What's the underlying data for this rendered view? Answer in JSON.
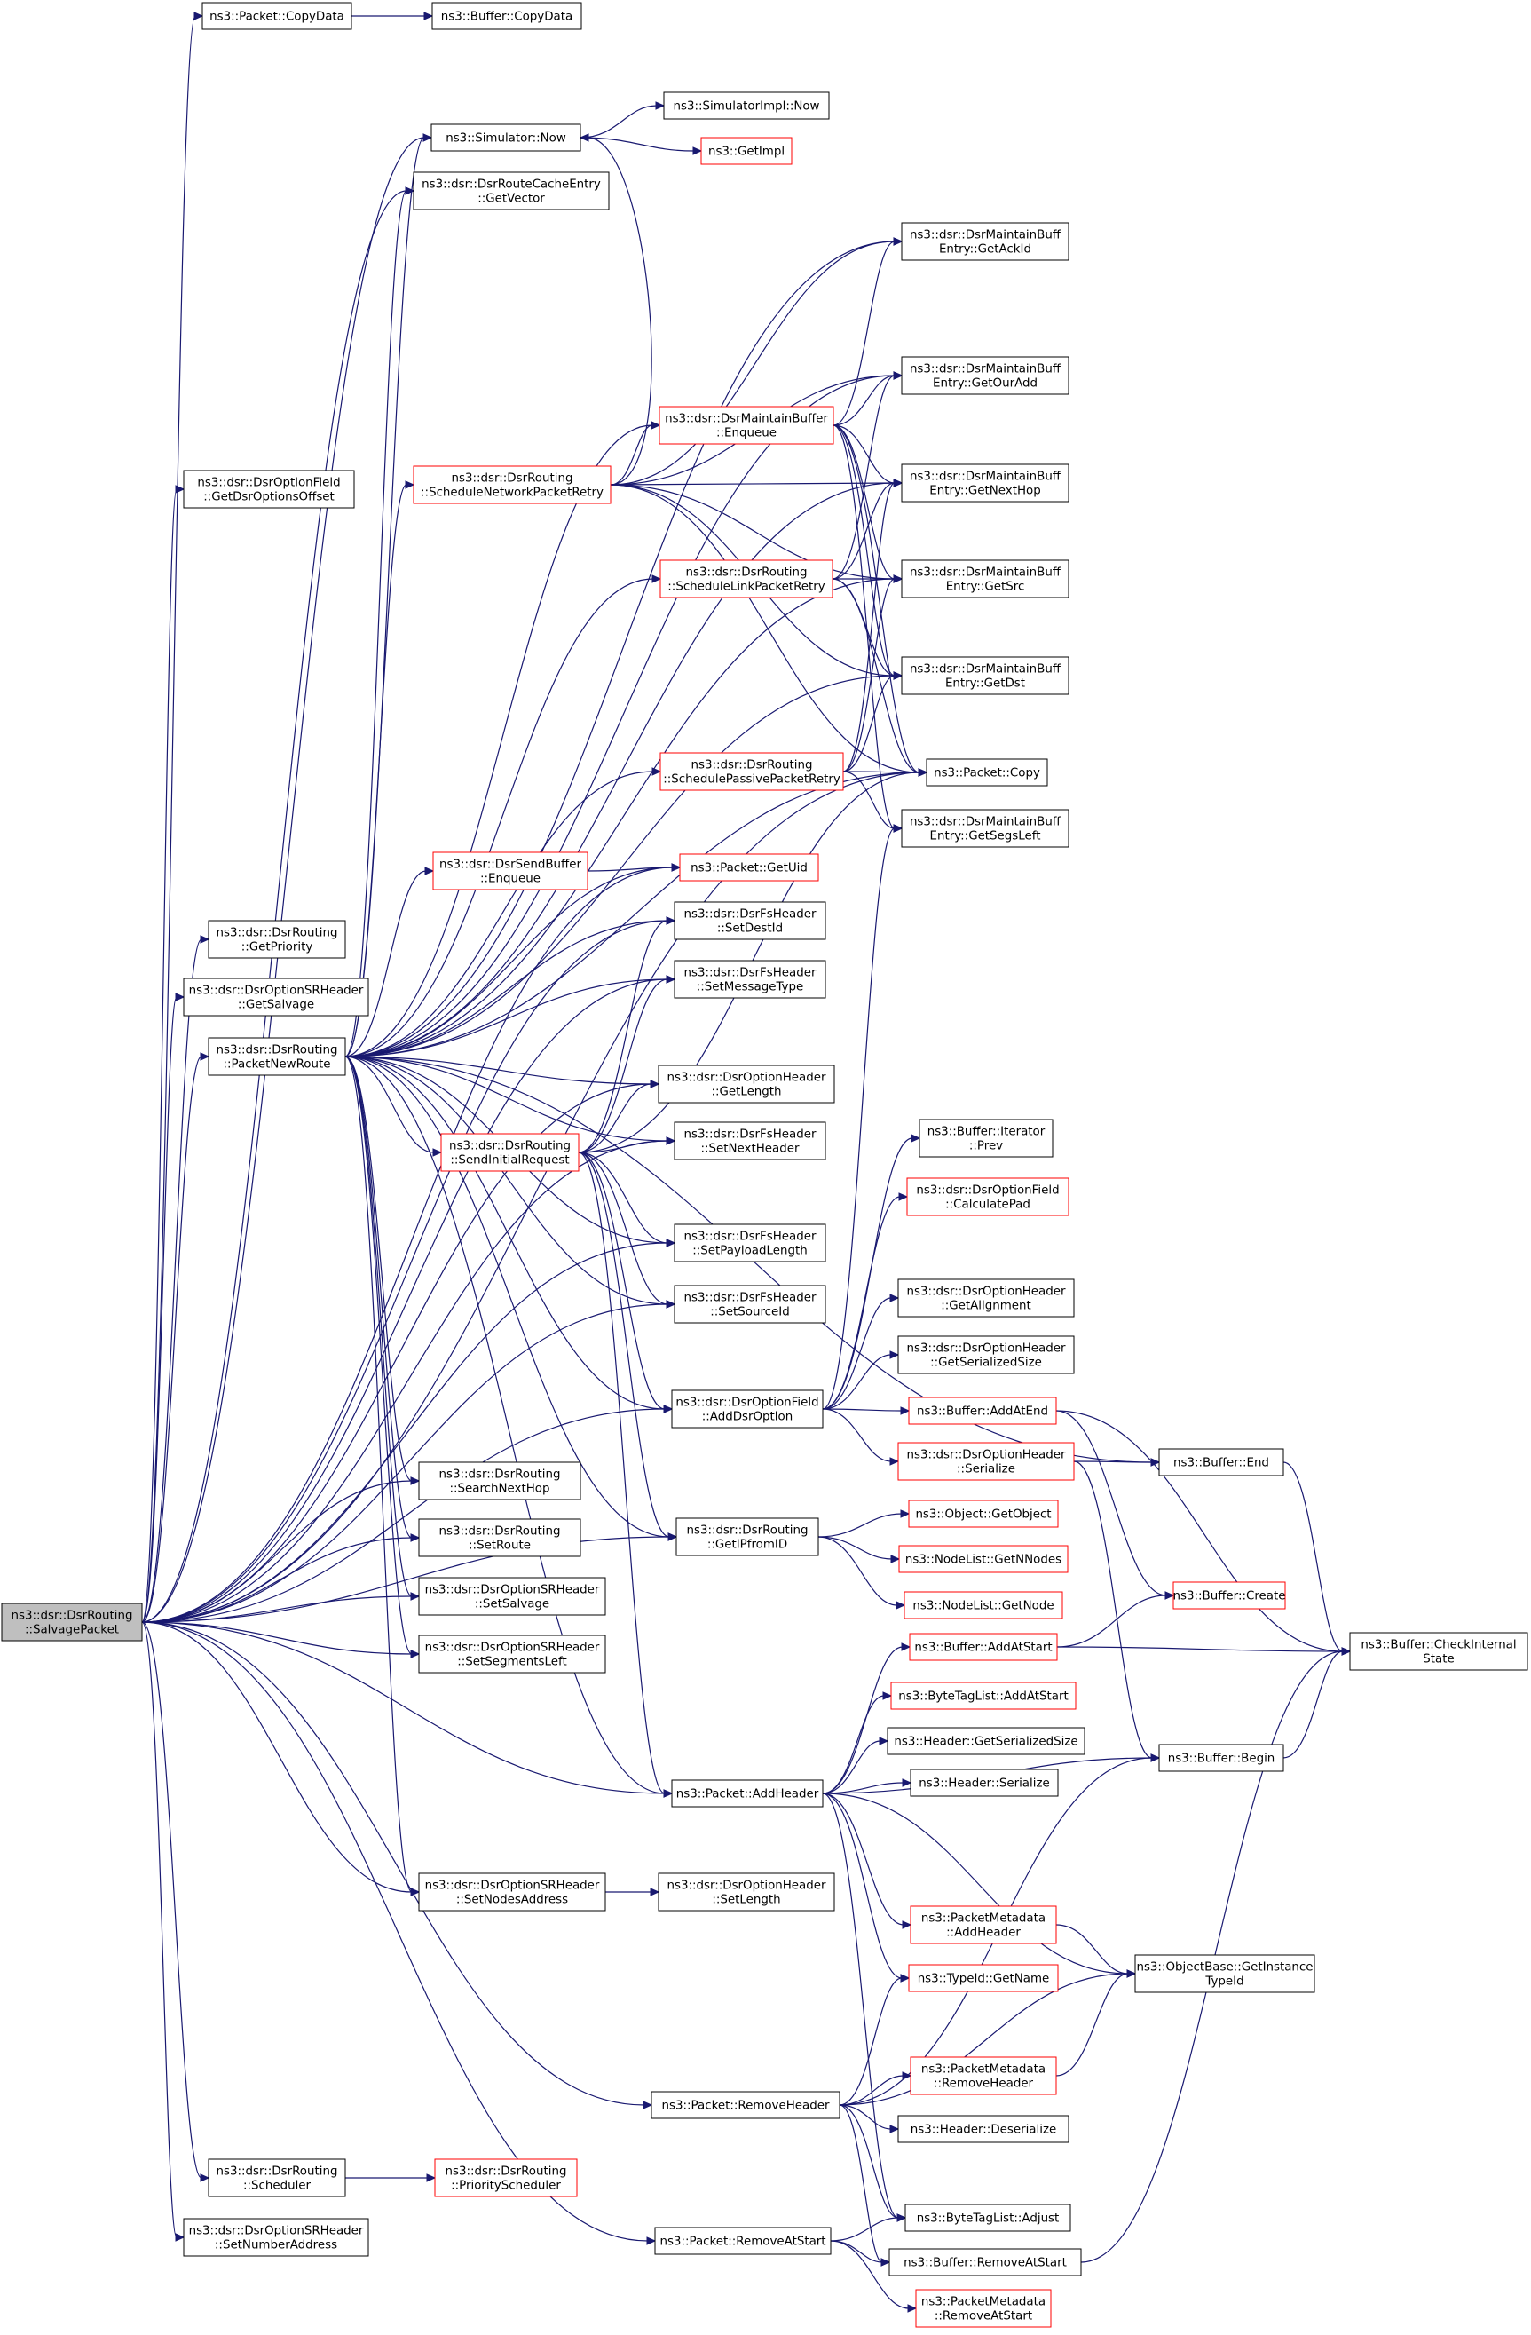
{
  "diagram": {
    "title": "",
    "nodes": [
      {
        "id": "salvage",
        "lines": [
          "ns3::dsr::DsrRouting",
          "::SalvagePacket"
        ],
        "style": "root"
      },
      {
        "id": "pkt_copydata",
        "lines": [
          "ns3::Packet::CopyData"
        ],
        "style": "black"
      },
      {
        "id": "buf_copydata",
        "lines": [
          "ns3::Buffer::CopyData"
        ],
        "style": "black"
      },
      {
        "id": "sim_now",
        "lines": [
          "ns3::Simulator::Now"
        ],
        "style": "black"
      },
      {
        "id": "simimpl_now",
        "lines": [
          "ns3::SimulatorImpl::Now"
        ],
        "style": "black"
      },
      {
        "id": "getimpl",
        "lines": [
          "ns3::GetImpl"
        ],
        "style": "red"
      },
      {
        "id": "rce_getvector",
        "lines": [
          "ns3::dsr::DsrRouteCacheEntry",
          "::GetVector"
        ],
        "style": "black"
      },
      {
        "id": "mbe_getackid",
        "lines": [
          "ns3::dsr::DsrMaintainBuff",
          "Entry::GetAckId"
        ],
        "style": "black"
      },
      {
        "id": "mbe_getouradd",
        "lines": [
          "ns3::dsr::DsrMaintainBuff",
          "Entry::GetOurAdd"
        ],
        "style": "black"
      },
      {
        "id": "mb_enqueue",
        "lines": [
          "ns3::dsr::DsrMaintainBuffer",
          "::Enqueue"
        ],
        "style": "red"
      },
      {
        "id": "of_getoffset",
        "lines": [
          "ns3::dsr::DsrOptionField",
          "::GetDsrOptionsOffset"
        ],
        "style": "black"
      },
      {
        "id": "schednetretry",
        "lines": [
          "ns3::dsr::DsrRouting",
          "::ScheduleNetworkPacketRetry"
        ],
        "style": "red"
      },
      {
        "id": "mbe_getnexthop",
        "lines": [
          "ns3::dsr::DsrMaintainBuff",
          "Entry::GetNextHop"
        ],
        "style": "black"
      },
      {
        "id": "schedlinkretry",
        "lines": [
          "ns3::dsr::DsrRouting",
          "::ScheduleLinkPacketRetry"
        ],
        "style": "red"
      },
      {
        "id": "mbe_getsrc",
        "lines": [
          "ns3::dsr::DsrMaintainBuff",
          "Entry::GetSrc"
        ],
        "style": "black"
      },
      {
        "id": "mbe_getdst",
        "lines": [
          "ns3::dsr::DsrMaintainBuff",
          "Entry::GetDst"
        ],
        "style": "black"
      },
      {
        "id": "schedpassretry",
        "lines": [
          "ns3::dsr::DsrRouting",
          "::SchedulePassivePacketRetry"
        ],
        "style": "red"
      },
      {
        "id": "pkt_copy",
        "lines": [
          "ns3::Packet::Copy"
        ],
        "style": "black"
      },
      {
        "id": "mbe_getsegsleft",
        "lines": [
          "ns3::dsr::DsrMaintainBuff",
          "Entry::GetSegsLeft"
        ],
        "style": "black"
      },
      {
        "id": "sb_enqueue",
        "lines": [
          "ns3::dsr::DsrSendBuffer",
          "::Enqueue"
        ],
        "style": "red"
      },
      {
        "id": "pkt_getuid",
        "lines": [
          "ns3::Packet::GetUid"
        ],
        "style": "red"
      },
      {
        "id": "fs_setdestid",
        "lines": [
          "ns3::dsr::DsrFsHeader",
          "::SetDestId"
        ],
        "style": "black"
      },
      {
        "id": "dr_getpriority",
        "lines": [
          "ns3::dsr::DsrRouting",
          "::GetPriority"
        ],
        "style": "black"
      },
      {
        "id": "fs_setmsgtype",
        "lines": [
          "ns3::dsr::DsrFsHeader",
          "::SetMessageType"
        ],
        "style": "black"
      },
      {
        "id": "sr_getsalvage",
        "lines": [
          "ns3::dsr::DsrOptionSRHeader",
          "::GetSalvage"
        ],
        "style": "black"
      },
      {
        "id": "packetnewroute",
        "lines": [
          "ns3::dsr::DsrRouting",
          "::PacketNewRoute"
        ],
        "style": "black"
      },
      {
        "id": "oh_getlength",
        "lines": [
          "ns3::dsr::DsrOptionHeader",
          "::GetLength"
        ],
        "style": "black"
      },
      {
        "id": "sendinitreq",
        "lines": [
          "ns3::dsr::DsrRouting",
          "::SendInitialRequest"
        ],
        "style": "red"
      },
      {
        "id": "fs_setnexthdr",
        "lines": [
          "ns3::dsr::DsrFsHeader",
          "::SetNextHeader"
        ],
        "style": "black"
      },
      {
        "id": "buf_prev",
        "lines": [
          "ns3::Buffer::Iterator",
          "::Prev"
        ],
        "style": "black"
      },
      {
        "id": "of_calcpad",
        "lines": [
          "ns3::dsr::DsrOptionField",
          "::CalculatePad"
        ],
        "style": "red"
      },
      {
        "id": "fs_setpaylen",
        "lines": [
          "ns3::dsr::DsrFsHeader",
          "::SetPayloadLength"
        ],
        "style": "black"
      },
      {
        "id": "oh_getalign",
        "lines": [
          "ns3::dsr::DsrOptionHeader",
          "::GetAlignment"
        ],
        "style": "black"
      },
      {
        "id": "fs_setsrcid",
        "lines": [
          "ns3::dsr::DsrFsHeader",
          "::SetSourceId"
        ],
        "style": "black"
      },
      {
        "id": "oh_getsersize",
        "lines": [
          "ns3::dsr::DsrOptionHeader",
          "::GetSerializedSize"
        ],
        "style": "black"
      },
      {
        "id": "of_adddsroption",
        "lines": [
          "ns3::dsr::DsrOptionField",
          "::AddDsrOption"
        ],
        "style": "black"
      },
      {
        "id": "buf_addatend",
        "lines": [
          "ns3::Buffer::AddAtEnd"
        ],
        "style": "red"
      },
      {
        "id": "oh_serialize",
        "lines": [
          "ns3::dsr::DsrOptionHeader",
          "::Serialize"
        ],
        "style": "red"
      },
      {
        "id": "buf_end",
        "lines": [
          "ns3::Buffer::End"
        ],
        "style": "black"
      },
      {
        "id": "dr_searchnexthop",
        "lines": [
          "ns3::dsr::DsrRouting",
          "::SearchNextHop"
        ],
        "style": "black"
      },
      {
        "id": "obj_getobject",
        "lines": [
          "ns3::Object::GetObject"
        ],
        "style": "red"
      },
      {
        "id": "dr_getipfromid",
        "lines": [
          "ns3::dsr::DsrRouting",
          "::GetIPfromID"
        ],
        "style": "black"
      },
      {
        "id": "dr_setroute",
        "lines": [
          "ns3::dsr::DsrRouting",
          "::SetRoute"
        ],
        "style": "black"
      },
      {
        "id": "nl_getnnodes",
        "lines": [
          "ns3::NodeList::GetNNodes"
        ],
        "style": "red"
      },
      {
        "id": "sr_setsalvage",
        "lines": [
          "ns3::dsr::DsrOptionSRHeader",
          "::SetSalvage"
        ],
        "style": "black"
      },
      {
        "id": "buf_create",
        "lines": [
          "ns3::Buffer::Create"
        ],
        "style": "red"
      },
      {
        "id": "nl_getnode",
        "lines": [
          "ns3::NodeList::GetNode"
        ],
        "style": "red"
      },
      {
        "id": "sr_setsegleft",
        "lines": [
          "ns3::dsr::DsrOptionSRHeader",
          "::SetSegmentsLeft"
        ],
        "style": "black"
      },
      {
        "id": "buf_addatstart",
        "lines": [
          "ns3::Buffer::AddAtStart"
        ],
        "style": "red"
      },
      {
        "id": "buf_checkint",
        "lines": [
          "ns3::Buffer::CheckInternal",
          "State"
        ],
        "style": "black"
      },
      {
        "id": "btl_addatstart",
        "lines": [
          "ns3::ByteTagList::AddAtStart"
        ],
        "style": "red"
      },
      {
        "id": "hdr_getsersize",
        "lines": [
          "ns3::Header::GetSerializedSize"
        ],
        "style": "black"
      },
      {
        "id": "buf_begin",
        "lines": [
          "ns3::Buffer::Begin"
        ],
        "style": "black"
      },
      {
        "id": "pkt_addheader",
        "lines": [
          "ns3::Packet::AddHeader"
        ],
        "style": "black"
      },
      {
        "id": "hdr_serialize",
        "lines": [
          "ns3::Header::Serialize"
        ],
        "style": "black"
      },
      {
        "id": "sr_setnodesaddr",
        "lines": [
          "ns3::dsr::DsrOptionSRHeader",
          "::SetNodesAddress"
        ],
        "style": "black"
      },
      {
        "id": "oh_setlength",
        "lines": [
          "ns3::dsr::DsrOptionHeader",
          "::SetLength"
        ],
        "style": "black"
      },
      {
        "id": "pm_addheader",
        "lines": [
          "ns3::PacketMetadata",
          "::AddHeader"
        ],
        "style": "red"
      },
      {
        "id": "ob_getinsttype",
        "lines": [
          "ns3::ObjectBase::GetInstance",
          "TypeId"
        ],
        "style": "black"
      },
      {
        "id": "typeid_getname",
        "lines": [
          "ns3::TypeId::GetName"
        ],
        "style": "red"
      },
      {
        "id": "pm_removeheader",
        "lines": [
          "ns3::PacketMetadata",
          "::RemoveHeader"
        ],
        "style": "red"
      },
      {
        "id": "pkt_removeheader",
        "lines": [
          "ns3::Packet::RemoveHeader"
        ],
        "style": "black"
      },
      {
        "id": "hdr_deserialize",
        "lines": [
          "ns3::Header::Deserialize"
        ],
        "style": "black"
      },
      {
        "id": "dr_scheduler",
        "lines": [
          "ns3::dsr::DsrRouting",
          "::Scheduler"
        ],
        "style": "black"
      },
      {
        "id": "dr_priosched",
        "lines": [
          "ns3::dsr::DsrRouting",
          "::PriorityScheduler"
        ],
        "style": "red"
      },
      {
        "id": "btl_adjust",
        "lines": [
          "ns3::ByteTagList::Adjust"
        ],
        "style": "black"
      },
      {
        "id": "sr_setnumaddr",
        "lines": [
          "ns3::dsr::DsrOptionSRHeader",
          "::SetNumberAddress"
        ],
        "style": "black"
      },
      {
        "id": "pkt_removeatstart",
        "lines": [
          "ns3::Packet::RemoveAtStart"
        ],
        "style": "black"
      },
      {
        "id": "buf_removeatstart",
        "lines": [
          "ns3::Buffer::RemoveAtStart"
        ],
        "style": "black"
      },
      {
        "id": "pm_removeatstart",
        "lines": [
          "ns3::PacketMetadata",
          "::RemoveAtStart"
        ],
        "style": "red"
      }
    ],
    "edges": [
      [
        "salvage",
        "pkt_copydata"
      ],
      [
        "pkt_copydata",
        "buf_copydata"
      ],
      [
        "salvage",
        "sim_now"
      ],
      [
        "sim_now",
        "simimpl_now"
      ],
      [
        "sim_now",
        "getimpl"
      ],
      [
        "salvage",
        "rce_getvector"
      ],
      [
        "salvage",
        "of_getoffset"
      ],
      [
        "salvage",
        "packetnewroute"
      ],
      [
        "salvage",
        "dr_getpriority"
      ],
      [
        "salvage",
        "sr_getsalvage"
      ],
      [
        "salvage",
        "pkt_copy"
      ],
      [
        "salvage",
        "pkt_getuid"
      ],
      [
        "salvage",
        "fs_setdestid"
      ],
      [
        "salvage",
        "fs_setmsgtype"
      ],
      [
        "salvage",
        "oh_getlength"
      ],
      [
        "salvage",
        "fs_setnexthdr"
      ],
      [
        "salvage",
        "fs_setpaylen"
      ],
      [
        "salvage",
        "fs_setsrcid"
      ],
      [
        "salvage",
        "of_adddsroption"
      ],
      [
        "salvage",
        "dr_getipfromid"
      ],
      [
        "salvage",
        "dr_searchnexthop"
      ],
      [
        "salvage",
        "dr_setroute"
      ],
      [
        "salvage",
        "sr_setsalvage"
      ],
      [
        "salvage",
        "sr_setsegleft"
      ],
      [
        "salvage",
        "sr_setnodesaddr"
      ],
      [
        "salvage",
        "pkt_addheader"
      ],
      [
        "salvage",
        "pkt_removeheader"
      ],
      [
        "salvage",
        "dr_scheduler"
      ],
      [
        "salvage",
        "sr_setnumaddr"
      ],
      [
        "salvage",
        "pkt_removeatstart"
      ],
      [
        "packetnewroute",
        "sim_now"
      ],
      [
        "packetnewroute",
        "rce_getvector"
      ],
      [
        "packetnewroute",
        "mbe_getackid"
      ],
      [
        "packetnewroute",
        "mbe_getouradd"
      ],
      [
        "packetnewroute",
        "mb_enqueue"
      ],
      [
        "packetnewroute",
        "schednetretry"
      ],
      [
        "packetnewroute",
        "mbe_getnexthop"
      ],
      [
        "packetnewroute",
        "schedlinkretry"
      ],
      [
        "packetnewroute",
        "mbe_getsrc"
      ],
      [
        "packetnewroute",
        "mbe_getdst"
      ],
      [
        "packetnewroute",
        "schedpassretry"
      ],
      [
        "packetnewroute",
        "pkt_copy"
      ],
      [
        "packetnewroute",
        "sb_enqueue"
      ],
      [
        "packetnewroute",
        "pkt_getuid"
      ],
      [
        "packetnewroute",
        "fs_setdestid"
      ],
      [
        "packetnewroute",
        "fs_setmsgtype"
      ],
      [
        "packetnewroute",
        "oh_getlength"
      ],
      [
        "packetnewroute",
        "sendinitreq"
      ],
      [
        "packetnewroute",
        "fs_setnexthdr"
      ],
      [
        "packetnewroute",
        "fs_setpaylen"
      ],
      [
        "packetnewroute",
        "fs_setsrcid"
      ],
      [
        "packetnewroute",
        "of_adddsroption"
      ],
      [
        "packetnewroute",
        "dr_searchnexthop"
      ],
      [
        "packetnewroute",
        "dr_setroute"
      ],
      [
        "packetnewroute",
        "sr_setsalvage"
      ],
      [
        "packetnewroute",
        "sr_setsegleft"
      ],
      [
        "packetnewroute",
        "sr_setnodesaddr"
      ],
      [
        "packetnewroute",
        "pkt_addheader"
      ],
      [
        "packetnewroute",
        "dr_getipfromid"
      ],
      [
        "packetnewroute",
        "buf_end"
      ],
      [
        "schednetretry",
        "mb_enqueue"
      ],
      [
        "schednetretry",
        "mbe_getackid"
      ],
      [
        "schednetretry",
        "mbe_getouradd"
      ],
      [
        "schednetretry",
        "mbe_getnexthop"
      ],
      [
        "schednetretry",
        "mbe_getsrc"
      ],
      [
        "schednetretry",
        "mbe_getdst"
      ],
      [
        "schednetretry",
        "pkt_copy"
      ],
      [
        "schednetretry",
        "sim_now"
      ],
      [
        "mb_enqueue",
        "mbe_getackid"
      ],
      [
        "mb_enqueue",
        "mbe_getouradd"
      ],
      [
        "mb_enqueue",
        "mbe_getnexthop"
      ],
      [
        "mb_enqueue",
        "mbe_getsrc"
      ],
      [
        "mb_enqueue",
        "mbe_getdst"
      ],
      [
        "mb_enqueue",
        "pkt_copy"
      ],
      [
        "mb_enqueue",
        "mbe_getsegsleft"
      ],
      [
        "schedlinkretry",
        "mbe_getnexthop"
      ],
      [
        "schedlinkretry",
        "mbe_getsrc"
      ],
      [
        "schedlinkretry",
        "mbe_getdst"
      ],
      [
        "schedlinkretry",
        "pkt_copy"
      ],
      [
        "schedlinkretry",
        "mbe_getouradd"
      ],
      [
        "schedpassretry",
        "mbe_getsrc"
      ],
      [
        "schedpassretry",
        "mbe_getdst"
      ],
      [
        "schedpassretry",
        "pkt_copy"
      ],
      [
        "schedpassretry",
        "mbe_getsegsleft"
      ],
      [
        "schedpassretry",
        "mbe_getnexthop"
      ],
      [
        "sb_enqueue",
        "pkt_getuid"
      ],
      [
        "sendinitreq",
        "fs_setdestid"
      ],
      [
        "sendinitreq",
        "fs_setmsgtype"
      ],
      [
        "sendinitreq",
        "oh_getlength"
      ],
      [
        "sendinitreq",
        "fs_setnexthdr"
      ],
      [
        "sendinitreq",
        "fs_setpaylen"
      ],
      [
        "sendinitreq",
        "fs_setsrcid"
      ],
      [
        "sendinitreq",
        "of_adddsroption"
      ],
      [
        "sendinitreq",
        "pkt_addheader"
      ],
      [
        "sendinitreq",
        "dr_getipfromid"
      ],
      [
        "sendinitreq",
        "pkt_copy"
      ],
      [
        "of_adddsroption",
        "buf_prev"
      ],
      [
        "of_adddsroption",
        "of_calcpad"
      ],
      [
        "of_adddsroption",
        "oh_getalign"
      ],
      [
        "of_adddsroption",
        "oh_getsersize"
      ],
      [
        "of_adddsroption",
        "buf_addatend"
      ],
      [
        "of_adddsroption",
        "oh_serialize"
      ],
      [
        "of_adddsroption",
        "mbe_getsegsleft"
      ],
      [
        "buf_addatend",
        "buf_create"
      ],
      [
        "buf_addatend",
        "buf_checkint"
      ],
      [
        "oh_serialize",
        "buf_end"
      ],
      [
        "oh_serialize",
        "buf_begin"
      ],
      [
        "buf_end",
        "buf_checkint"
      ],
      [
        "dr_getipfromid",
        "obj_getobject"
      ],
      [
        "dr_getipfromid",
        "nl_getnnodes"
      ],
      [
        "dr_getipfromid",
        "nl_getnode"
      ],
      [
        "buf_addatstart",
        "buf_create"
      ],
      [
        "buf_addatstart",
        "buf_checkint"
      ],
      [
        "buf_begin",
        "buf_checkint"
      ],
      [
        "pkt_addheader",
        "buf_addatstart"
      ],
      [
        "pkt_addheader",
        "btl_addatstart"
      ],
      [
        "pkt_addheader",
        "hdr_getsersize"
      ],
      [
        "pkt_addheader",
        "hdr_serialize"
      ],
      [
        "pkt_addheader",
        "buf_begin"
      ],
      [
        "pkt_addheader",
        "pm_addheader"
      ],
      [
        "pkt_addheader",
        "ob_getinsttype"
      ],
      [
        "pkt_addheader",
        "typeid_getname"
      ],
      [
        "pkt_addheader",
        "btl_adjust"
      ],
      [
        "sr_setnodesaddr",
        "oh_setlength"
      ],
      [
        "pm_addheader",
        "ob_getinsttype"
      ],
      [
        "pm_removeheader",
        "ob_getinsttype"
      ],
      [
        "pkt_removeheader",
        "pm_removeheader"
      ],
      [
        "pkt_removeheader",
        "hdr_deserialize"
      ],
      [
        "pkt_removeheader",
        "typeid_getname"
      ],
      [
        "pkt_removeheader",
        "ob_getinsttype"
      ],
      [
        "pkt_removeheader",
        "btl_adjust"
      ],
      [
        "pkt_removeheader",
        "buf_begin"
      ],
      [
        "pkt_removeheader",
        "buf_removeatstart"
      ],
      [
        "dr_scheduler",
        "dr_priosched"
      ],
      [
        "pkt_removeatstart",
        "buf_removeatstart"
      ],
      [
        "pkt_removeatstart",
        "btl_adjust"
      ],
      [
        "pkt_removeatstart",
        "pm_removeatstart"
      ],
      [
        "buf_removeatstart",
        "buf_checkint"
      ]
    ]
  }
}
